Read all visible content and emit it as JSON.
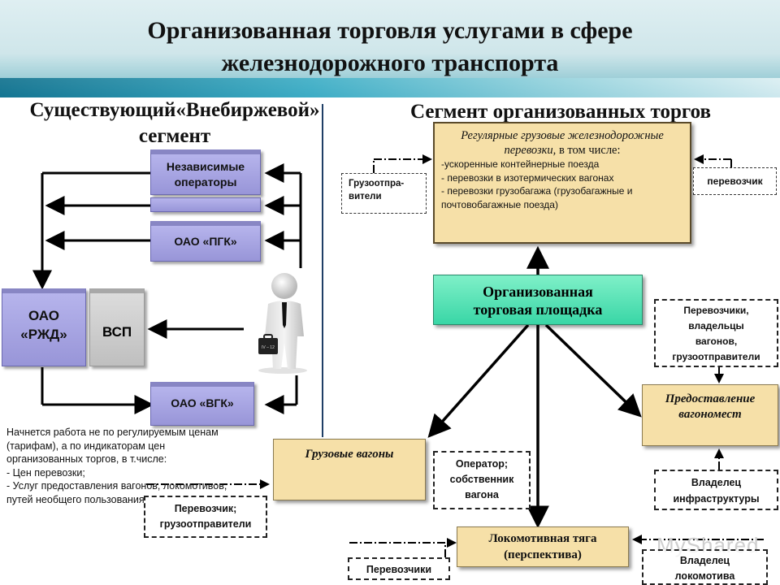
{
  "title": "Организованная торговля услугами в сфере\nжелезнодорожного транспорта",
  "left_section": {
    "heading": "Существующий«Внебиржевой»\nсегмент"
  },
  "right_section": {
    "heading": "Сегмент организованных торгов"
  },
  "left_boxes": {
    "independent_operators": "Независимые\nоператоры",
    "pgk": "ОАО «ПГК»",
    "rzd": "ОАО\n«РЖД»",
    "vsp": "ВСП",
    "vgk": "ОАО «ВГК»"
  },
  "person": {
    "briefcase_label": "IV – 12"
  },
  "note": "Начнется работа не по регулируемым ценам (тарифам), а по индикаторам цен организованных торгов, в т.числе:\n- Цен перевозки;\n- Услуг предоставления вагонов, локомотивов, путей необщего пользования.",
  "shippers_left": "Грузоотпра-\nвители",
  "carrier_top_right": "перевозчик",
  "regular_freight": {
    "title": "Регулярные грузовые железнодорожные перевозки,",
    "title_suffix": " в том числе:",
    "items": [
      "-ускоренные контейнерные поезда",
      "- перевозки в изотермических вагонах",
      "- перевозки грузобагажа (грузобагажные и почтовобагажные поезда)"
    ]
  },
  "trading_platform": "Организованная\nторговая площадка",
  "carriers_owners": "Перевозчики,\nвладельцы\nвагонов,\nгрузоотправители",
  "wagon_provision": "Предоставление\nвагономест",
  "infrastructure_owner": "Владелец\nинфраструктуры",
  "freight_wagons": "Грузовые вагоны",
  "operator_owner": "Оператор;\nсобственник\nвагона",
  "carrier_shippers": "Перевозчик;\nгрузоотправители",
  "locomotive_traction": "Локомотивная тяга\n(перспектива)",
  "carriers_bottom": "Перевозчики",
  "locomotive_owner": "Владелец\nлокомотива",
  "watermark": "MyShared",
  "colors": {
    "purple_box": "#a7a5e4",
    "yellow_box": "#f6e0a8",
    "teal_box": "#4fe0b4",
    "divider": "#1f3f66"
  }
}
